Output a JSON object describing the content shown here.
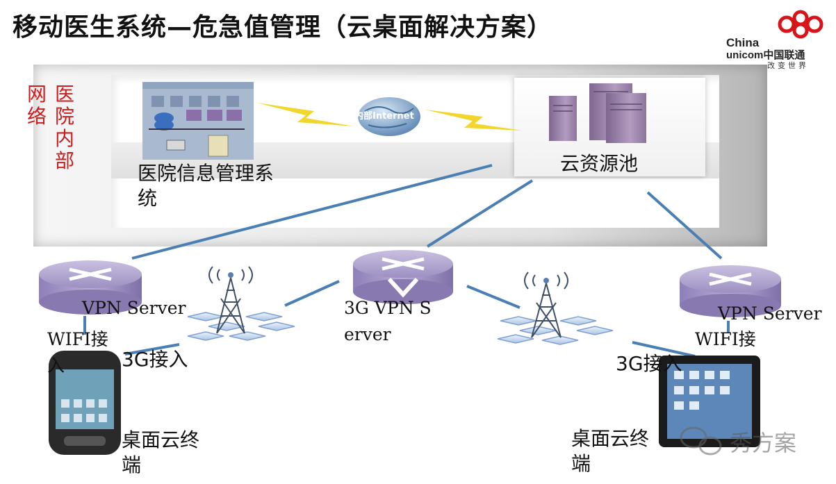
{
  "title": "移动医生系统—危急值管理（云桌面解决方案）",
  "logo": {
    "en_line1": "China",
    "en_line2": "unicom中国联通",
    "slogan": "改变世界"
  },
  "network_label": {
    "col1": "网络",
    "col2": "医院内部"
  },
  "nodes": {
    "his": "医院信息管理系统",
    "internet": "内部Internet",
    "cloud_pool": "云资源池",
    "vpn_left": "VPN Server",
    "vpn_3g": "3G VPN Server",
    "vpn_right": "VPN Server",
    "wifi_left": "WIFI接入",
    "wifi_right": "WIFI接",
    "g3_left": "3G接入",
    "g3_right": "3G接入",
    "terminal_left": "桌面云终端",
    "terminal_right": "桌面云终端"
  },
  "watermark": "秀方案",
  "colors": {
    "title": "#111111",
    "network_label": "#cc1c1c",
    "router": "#a79bc7",
    "link": "#4a7fb4",
    "lightning": "#f2d62c",
    "server": "#9e86aa"
  }
}
